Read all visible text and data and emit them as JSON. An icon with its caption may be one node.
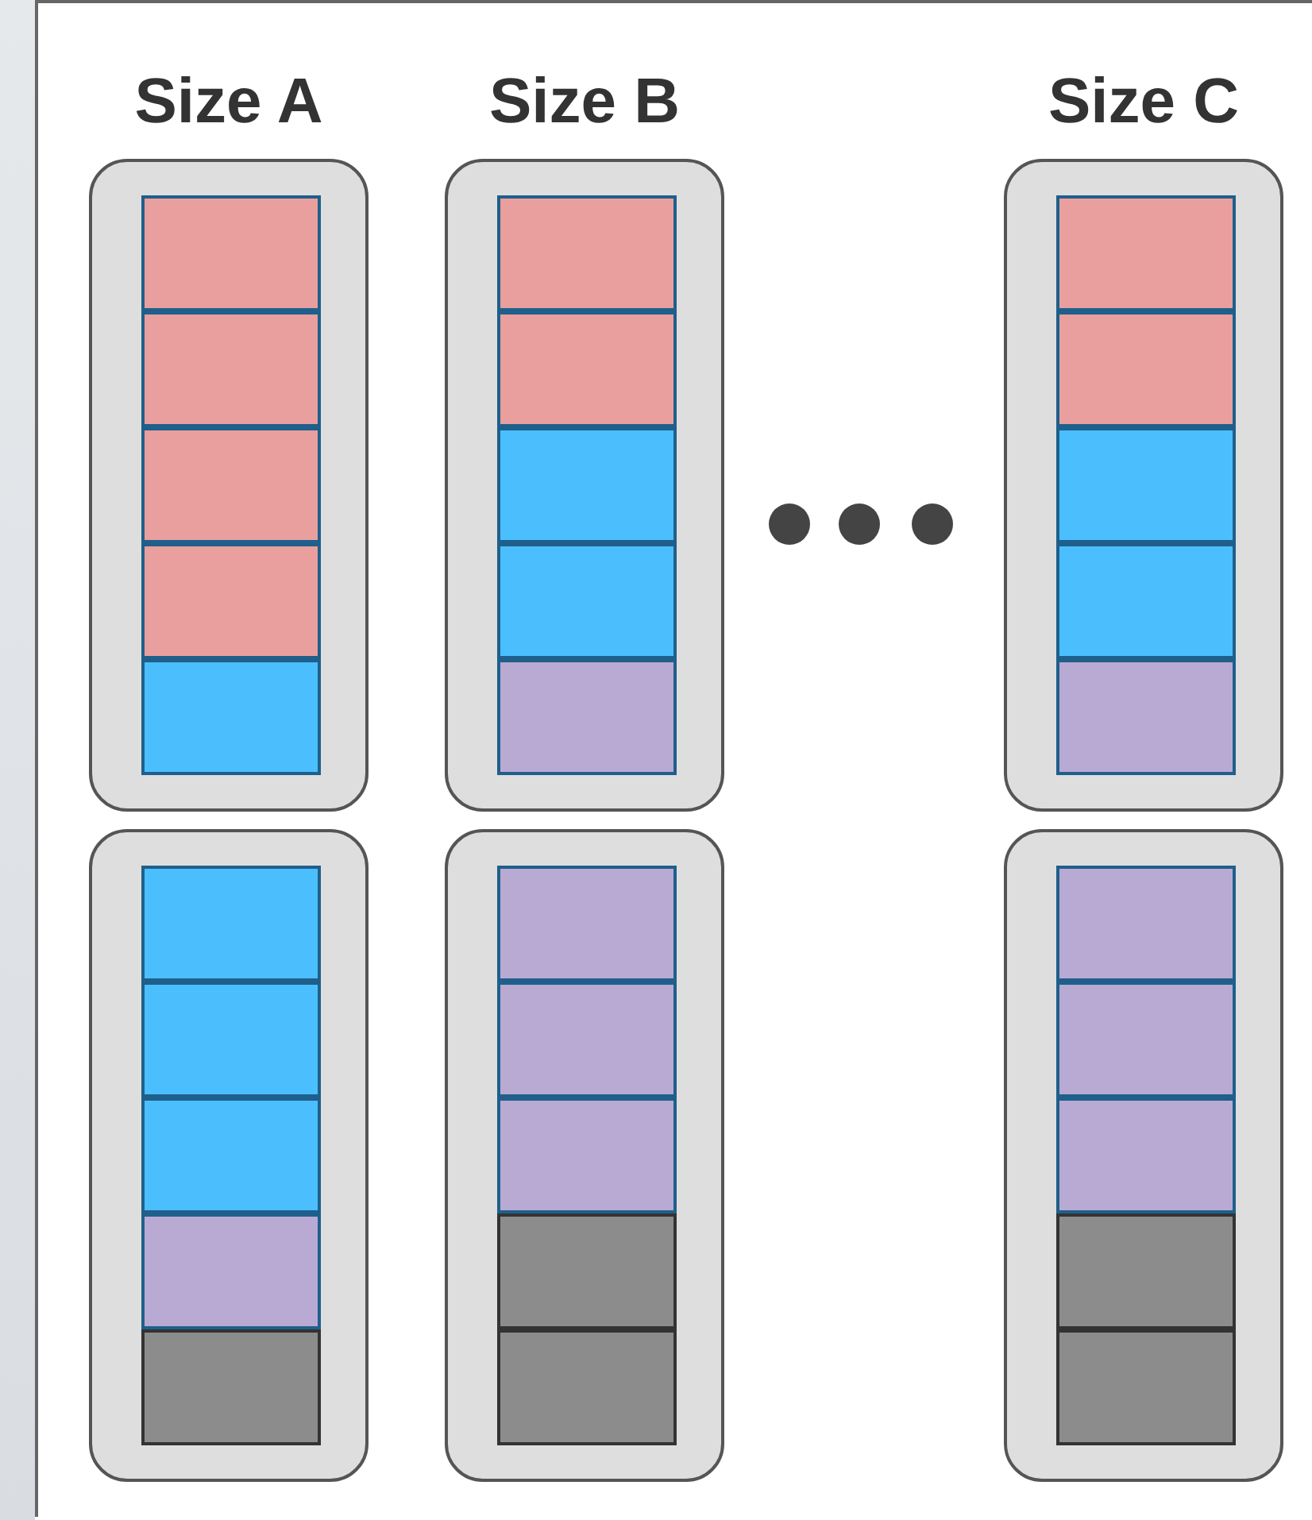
{
  "diagram": {
    "labels": [
      "Size A",
      "Size B",
      "Size C"
    ]
  }
}
